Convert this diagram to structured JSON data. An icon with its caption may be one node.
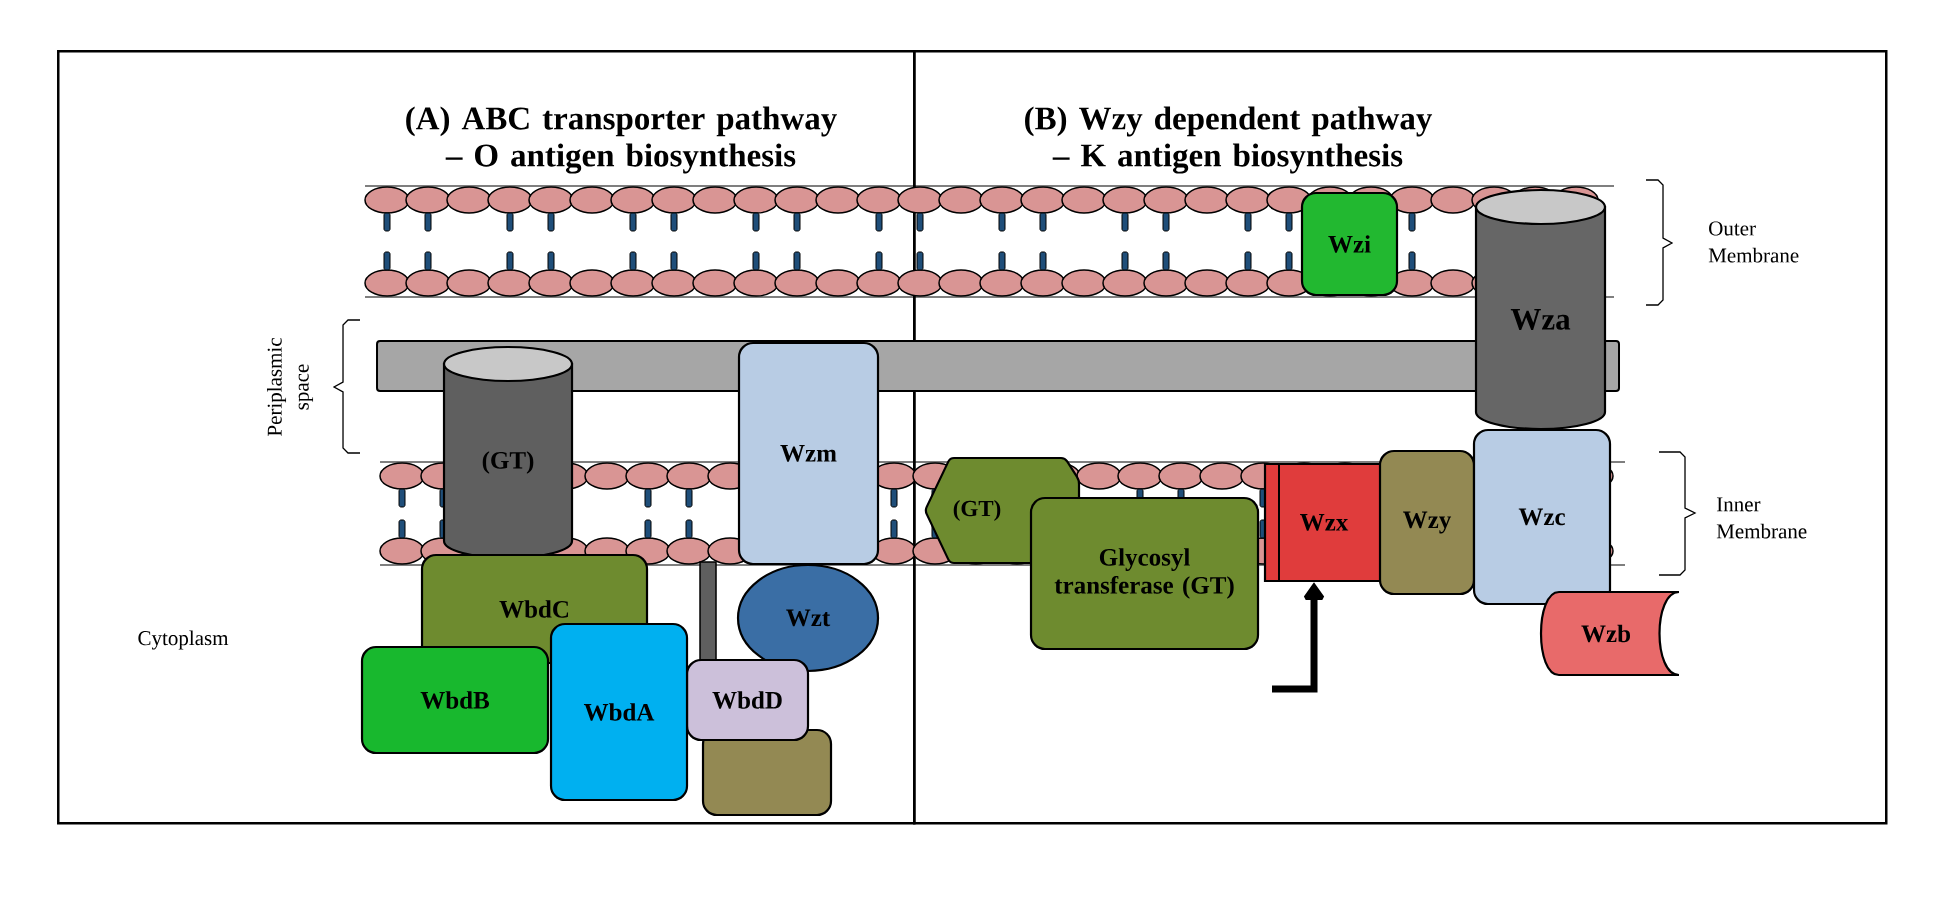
{
  "diagram": {
    "nodes": [
      {
        "text": [
          "(A) ABC transporter pathway – O antigen biosynthesis"
        ]
      },
      {
        "text": [
          "(B) Wzy dependent pathway – K antigen biosynthesis"
        ]
      },
      {
        "text": [
          "(GT)"
        ],
        "in": 0
      },
      {
        "text": [
          "Wzm"
        ],
        "in": 0
      },
      {
        "text": [
          "WbdC"
        ],
        "in": 0
      },
      {
        "text": [
          "Wzt"
        ],
        "in": 0
      },
      {
        "text": [
          "WbdB"
        ],
        "in": 0
      },
      {
        "text": [
          "WbdA"
        ],
        "in": 0
      },
      {
        "text": [
          "WbdD"
        ],
        "in": 0
      },
      {
        "text": [],
        "shape": "box",
        "in": 0
      },
      {
        "text": [
          "Wzi"
        ],
        "in": 1
      },
      {
        "text": [
          "Wza"
        ],
        "in": 1
      },
      {
        "text": [
          "(GT)"
        ],
        "in": 1
      },
      {
        "text": [
          "Glycosyl transferase (GT)"
        ],
        "in": 1
      },
      {
        "text": [
          "Wzx"
        ],
        "in": 1
      },
      {
        "text": [
          "Wzy"
        ],
        "in": 1
      },
      {
        "text": [
          "Wzc"
        ],
        "in": 1
      },
      {
        "text": [
          "Wzb"
        ],
        "in": 1
      }
    ],
    "edges": [
      {
        "from": null,
        "to": 14,
        "arrow": "to"
      }
    ],
    "labels": [
      "Periplasmic space",
      "Cytoplasm",
      "Outer Membrane",
      "Inner Membrane"
    ]
  }
}
